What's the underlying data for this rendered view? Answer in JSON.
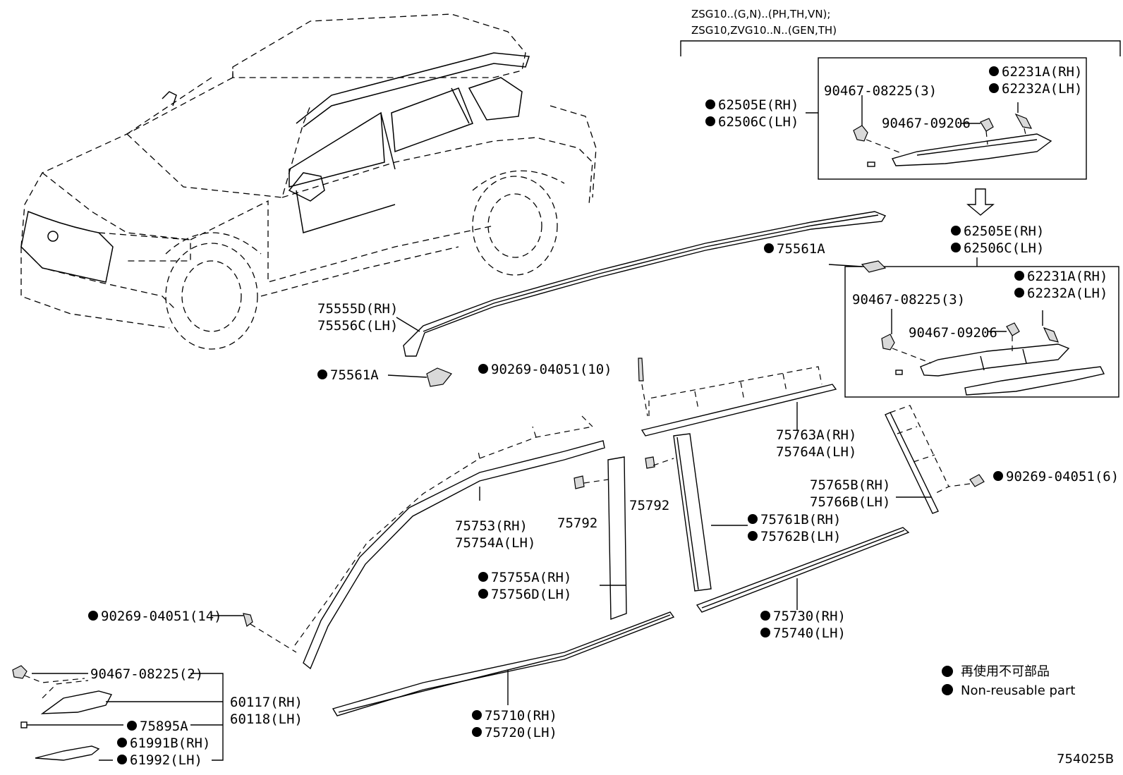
{
  "header": {
    "line1": "ZSG10..(G,N)..(PH,TH,VN);",
    "line2": "ZSG10,ZVG10..N..(GEN,TH)"
  },
  "labels": {
    "l_62505E_top": "62505E(RH)",
    "l_62506C_top": "62506C(LH)",
    "l_90467_08225_3_top": "90467-08225(3)",
    "l_62231A_top": "62231A(RH)",
    "l_62232A_top": "62232A(LH)",
    "l_90467_09206_top": "90467-09206",
    "l_62505E_mid": "62505E(RH)",
    "l_62506C_mid": "62506C(LH)",
    "l_75561A_right": "75561A",
    "l_62231A_mid": "62231A(RH)",
    "l_62232A_mid": "62232A(LH)",
    "l_90467_08225_3_mid": "90467-08225(3)",
    "l_90467_09206_mid": "90467-09206",
    "l_75555D": "75555D(RH)",
    "l_75556C": "75556C(LH)",
    "l_75561A_left": "75561A",
    "l_90269_04051_10": "90269-04051(10)",
    "l_75763A": "75763A(RH)",
    "l_75764A": "75764A(LH)",
    "l_90269_04051_6": "90269-04051(6)",
    "l_75765B": "75765B(RH)",
    "l_75766B": "75766B(LH)",
    "l_75753": "75753(RH)",
    "l_75754A": "75754A(LH)",
    "l_75792_left": "75792",
    "l_75792_right": "75792",
    "l_75761B": "75761B(RH)",
    "l_75762B": "75762B(LH)",
    "l_75755A": "75755A(RH)",
    "l_75756D": "75756D(LH)",
    "l_90269_04051_14": "90269-04051(14)",
    "l_75730": "75730(RH)",
    "l_75740": "75740(LH)",
    "l_90467_08225_2": "90467-08225(2)",
    "l_60117": "60117(RH)",
    "l_60118": "60118(LH)",
    "l_75895A": "75895A",
    "l_61991B": "61991B(RH)",
    "l_61992": "61992(LH)",
    "l_75710": "75710(RH)",
    "l_75720": "75720(LH)"
  },
  "legend": {
    "japanese": "再使用不可部品",
    "english": "Non-reusable part"
  },
  "diagram_id": "754025B",
  "colors": {
    "ink": "#000000",
    "paper": "#ffffff"
  }
}
